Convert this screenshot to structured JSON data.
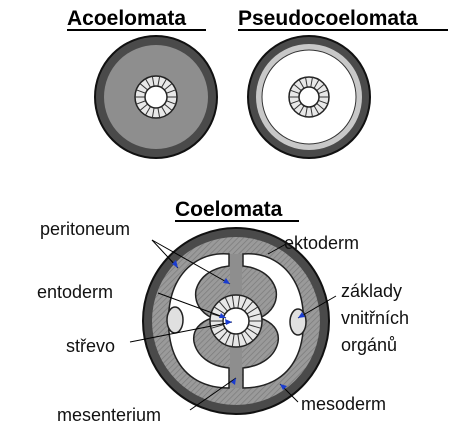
{
  "titles": {
    "acoelomata": "Acoelomata",
    "pseudocoelomata": "Pseudocoelomata",
    "coelomata": "Coelomata"
  },
  "labels": {
    "peritoneum": "peritoneum",
    "entoderm": "entoderm",
    "strevo": "střevo",
    "mesenterium": "mesenterium",
    "ektoderm": "ektoderm",
    "zaklady_line1": "základy",
    "zaklady_line2": "vnitřních",
    "zaklady_line3": "orgánů",
    "mesoderm": "mesoderm"
  },
  "colors": {
    "ectoderm": "#4a4a4a",
    "mesoderm": "#8e8e8e",
    "mesoderm_light": "#c4c4c4",
    "gut_wall": "#d8d8d8",
    "pointer": "#1a3ccf",
    "line": "#000000"
  }
}
